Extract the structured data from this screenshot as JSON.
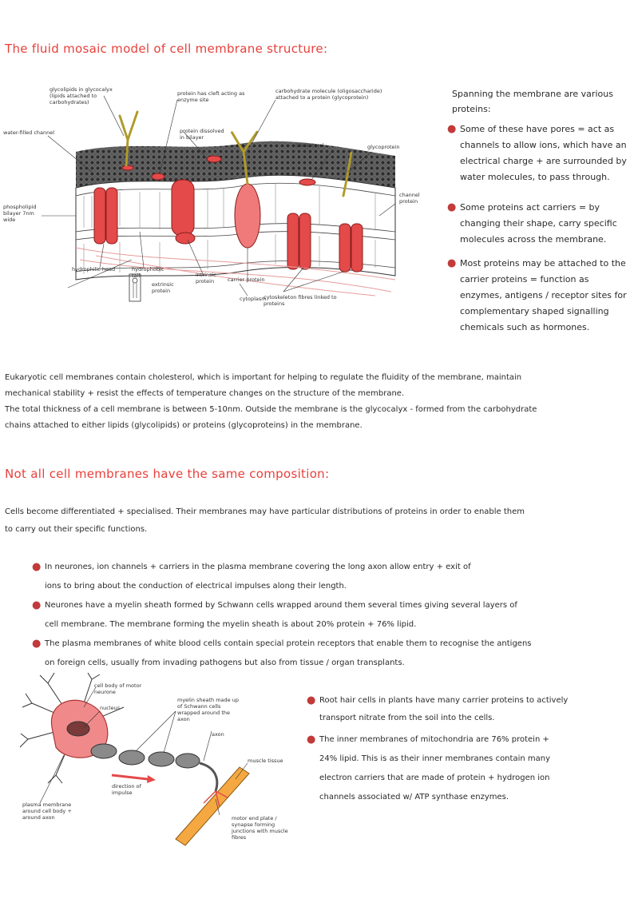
{
  "headings": {
    "h1": "The fluid mosaic model of cell membrane structure:",
    "h2": "Not all cell membranes have the same composition:"
  },
  "diagram_labels": {
    "glycolipid": "glycolipids in glycocalyx (lipids attached to carbohydrates)",
    "protein_cleft": "protein has cleft acting as enzyme site",
    "glycoprotein": "carbohydrate molecule (oligosaccharide) attached to a protein (glycoprotein)",
    "water_filled": "water-filled channel",
    "protein_shape": "protein dissolved in bilayer",
    "cholesterol": "cholesterol",
    "phospholipid": "phospholipid bilayer 7nm wide",
    "hydrophilic": "hydrophilic head",
    "hydrophobic": "hydrophobic tail",
    "channel_protein": "channel protein",
    "carrier_protein": "carrier protein",
    "cytoplasm": "cytoplasm",
    "intrinsic": "intrinsic protein",
    "extrinsic": "extrinsic protein",
    "glycoprotein_right": "glycoprotein",
    "cytoskeleton": "cytoskeleton fibres linked to proteins"
  },
  "side_intro": "Spanning the membrane are various proteins:",
  "side_bullets": [
    "Some of these have pores = act as channels to allow ions, which have an electrical charge + are surrounded by water molecules, to pass through.",
    "Some proteins act carriers = by changing their shape, carry specific molecules across the membrane.",
    "Most proteins may be attached to the carrier proteins = function as enzymes, antigens / receptor sites for complementary shaped signalling chemicals such as hormones."
  ],
  "para1": [
    "Eukaryotic cell membranes contain cholesterol, which is important for helping to regulate the fluidity of the membrane, maintain",
    "mechanical stability + resist the effects of temperature changes on the structure of the membrane.",
    "The total thickness of a cell membrane is between 5-10nm. Outside the membrane is the glycocalyx - formed from the carbohydrate",
    "chains attached to either lipids (glycolipids) or proteins (glycoproteins) in the membrane."
  ],
  "para2": [
    "Cells become differentiated + specialised. Their membranes may have particular distributions of proteins in order to enable them",
    "to carry out their specific functions."
  ],
  "bullets2": [
    [
      "In neurones, ion channels + carriers in the plasma membrane covering the long axon allow entry + exit of",
      "ions to bring about the conduction of electrical impulses along their length."
    ],
    [
      "Neurones have a myelin sheath formed by Schwann cells wrapped around them several times giving several layers of",
      "cell membrane. The membrane forming the myelin sheath is about 20% protein + 76% lipid."
    ],
    [
      "The plasma membranes of white blood cells contain special protein receptors that enable them to recognise the antigens",
      "on foreign cells, usually from invading pathogens but also from tissue / organ transplants."
    ]
  ],
  "neuron_labels": {
    "cell_body": "cell body of motor neurone",
    "nucleus": "nucleus",
    "myelin": "myelin sheath made up of Schwann cells wrapped around the axon",
    "direction": "direction of impulse",
    "axon": "axon",
    "muscle": "muscle tissue",
    "plasma": "plasma membrane around cell body + around axon",
    "ending": "motor end plate / synapse forming junctions with muscle fibres"
  },
  "bullets3": [
    [
      "Root hair cells in plants have many carrier proteins to actively",
      "transport nitrate from the soil into the cells."
    ],
    [
      "The inner membranes of mitochondria are 76% protein +",
      "24% lipid. This is as their inner membranes contain many",
      "electron carriers that are made of protein + hydrogen ion",
      "channels associated w/ ATP synthase enzymes."
    ]
  ]
}
